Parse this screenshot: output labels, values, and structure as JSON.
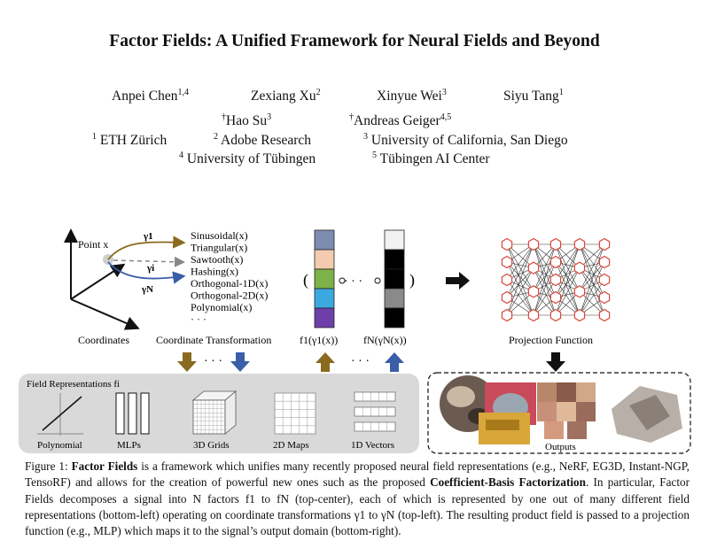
{
  "title": "Factor Fields: A Unified Framework for Neural Fields and Beyond",
  "authors": [
    {
      "name": "Anpei Chen",
      "sup": "1,4"
    },
    {
      "name": "Zexiang Xu",
      "sup": "2"
    },
    {
      "name": "Xinyue Wei",
      "sup": "3"
    },
    {
      "name": "Siyu Tang",
      "sup": "1"
    },
    {
      "name": "Hao Su",
      "sup": "3",
      "mark": "†"
    },
    {
      "name": "Andreas Geiger",
      "sup": "4,5",
      "mark": "†"
    }
  ],
  "affiliations": [
    {
      "num": "1",
      "name": "ETH Zürich"
    },
    {
      "num": "2",
      "name": "Adobe Research"
    },
    {
      "num": "3",
      "name": "University of California, San Diego"
    },
    {
      "num": "4",
      "name": "University of Tübingen"
    },
    {
      "num": "5",
      "name": "Tübingen AI Center"
    }
  ],
  "figure": {
    "coordinates": {
      "label": "Coordinates",
      "point_label": "Point x",
      "gamma1": "γ1",
      "gammai": "γi",
      "gammaN": "γN"
    },
    "transformations": {
      "label": "Coordinate Transformation",
      "items": [
        "Sinusoidal(x)",
        "Triangular(x)",
        "Sawtooth(x)",
        "Hashing(x)",
        "Orthogonal-1D(x)",
        "Orthogonal-2D(x)",
        "Polynomial(x)",
        "· · ·"
      ]
    },
    "factors": {
      "f1_label": "f1(γ1(x))",
      "fN_label": "fN(γN(x))",
      "dots": "· · ·",
      "ellipsis_mid": "· · ·"
    },
    "projection": {
      "label": "Projection Function"
    },
    "field_representations": {
      "title": "Field Representations fi",
      "items": [
        "Polynomial",
        "MLPs",
        "3D Grids",
        "2D Maps",
        "1D Vectors"
      ]
    },
    "outputs": {
      "label": "Outputs"
    },
    "colors": {
      "bar1": [
        "#7d8db0",
        "#f2cbb0",
        "#7cb248",
        "#3ba9e0",
        "#6e3fa8"
      ],
      "barN": [
        "#f2f2f2",
        "#000000",
        "#000000",
        "#8a8a8a",
        "#000000"
      ],
      "gold_arrow": "#8a6a1e",
      "blue_arrow": "#3a5ea8",
      "neuron": "#d84a3a",
      "panel_bg": "#d9d9d9"
    }
  },
  "caption": {
    "lead": "Figure 1: ",
    "bold1": "Factor Fields",
    "text1": " is a framework which unifies many recently proposed neural field representations (e.g., NeRF, EG3D, Instant-NGP, TensoRF) and allows for the creation of powerful new ones such as the proposed ",
    "bold2": "Coefficient-Basis Factorization",
    "text2": ". In particular, Factor Fields decomposes a signal into N factors f1 to fN (top-center), each of which is represented by one out of many different field representations (bottom-left) operating on coordinate transformations γ1 to γN (top-left). The resulting product field is passed to a projection function (e.g., MLP) which maps it to the signal’s output domain (bottom-right)."
  }
}
